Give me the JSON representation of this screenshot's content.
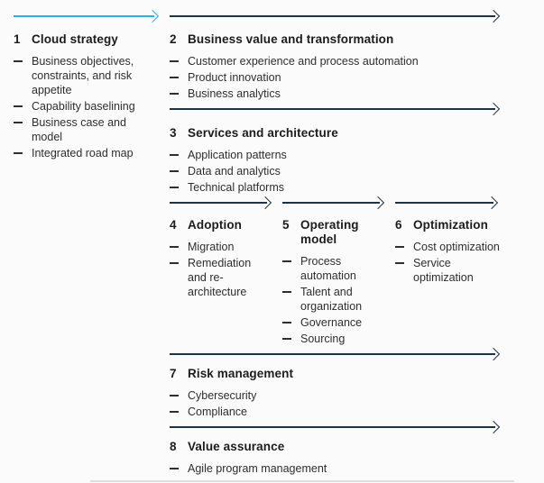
{
  "colors": {
    "accent_blue": "#2bb1e7",
    "arrow_dark": "#1d3344",
    "heading_text": "#1c1c1c",
    "body_text": "#2e2e2e",
    "background": "#fbfbfb"
  },
  "sections": [
    {
      "number": "1",
      "title": "Cloud strategy",
      "items": [
        "Business objectives, constraints, and risk appetite",
        "Capability baselining",
        "Business case and model",
        "Integrated road map"
      ]
    },
    {
      "number": "2",
      "title": "Business value and transformation",
      "items": [
        "Customer experience and process automation",
        "Product innovation",
        "Business analytics"
      ]
    },
    {
      "number": "3",
      "title": "Services and architecture",
      "items": [
        "Application patterns",
        "Data and analytics",
        "Technical platforms"
      ]
    },
    {
      "number": "4",
      "title": "Adoption",
      "items": [
        "Migration",
        "Remediation and re-architecture"
      ]
    },
    {
      "number": "5",
      "title": "Operating model",
      "items": [
        "Process automation",
        "Talent and organization",
        "Governance",
        "Sourcing"
      ]
    },
    {
      "number": "6",
      "title": "Optimization",
      "items": [
        "Cost optimization",
        "Service optimization"
      ]
    },
    {
      "number": "7",
      "title": "Risk management",
      "items": [
        "Cybersecurity",
        "Compliance"
      ]
    },
    {
      "number": "8",
      "title": "Value assurance",
      "items": [
        "Agile program management"
      ]
    }
  ]
}
